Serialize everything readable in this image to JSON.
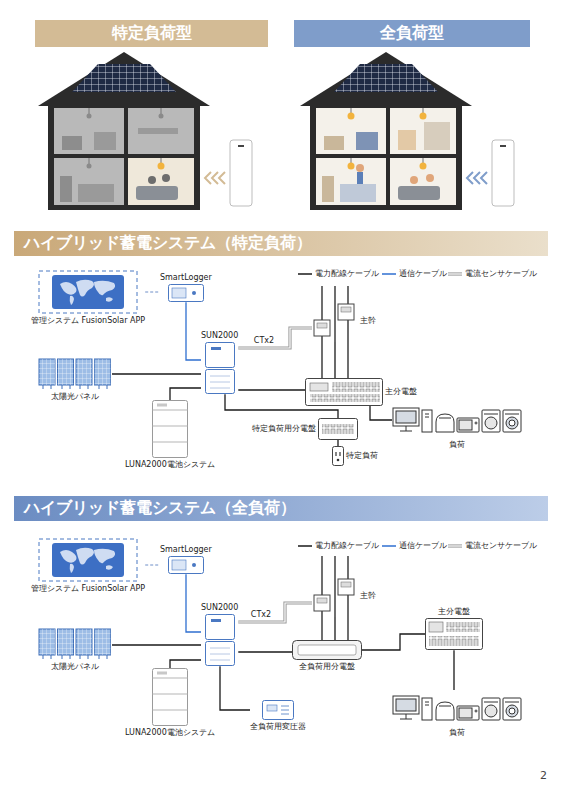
{
  "diagram": {
    "nodes": [
      {
        "text": [
          "特定負荷型"
        ]
      },
      {
        "text": [
          "全負荷型"
        ]
      },
      {
        "text": [
          "ハイブリッド蓄電システム（特定負荷）"
        ]
      },
      {
        "text": [
          "管理システム FusionSolar APP"
        ]
      },
      {
        "text": [
          "SmartLogger"
        ]
      },
      {
        "text": [
          "SUN2000"
        ]
      },
      {
        "text": [
          "太陽光パネル"
        ]
      },
      {
        "text": [
          "LUNA2000電池システム"
        ]
      },
      {
        "text": [
          "主幹"
        ]
      },
      {
        "text": [
          "主分電盤"
        ]
      },
      {
        "text": [
          "特定負荷用分電盤"
        ]
      },
      {
        "text": [
          "特定負荷"
        ]
      },
      {
        "text": [
          "負荷"
        ]
      },
      {
        "text": [
          "ハイブリッド蓄電システム（全負荷）"
        ]
      },
      {
        "text": [
          "管理システム FusionSolar APP"
        ]
      },
      {
        "text": [
          "SmartLogger"
        ]
      },
      {
        "text": [
          "SUN2000"
        ]
      },
      {
        "text": [
          "太陽光パネル"
        ]
      },
      {
        "text": [
          "LUNA2000電池システム"
        ]
      },
      {
        "text": [
          "主幹"
        ]
      },
      {
        "text": [
          "全負荷用分電盤"
        ]
      },
      {
        "text": [
          "全負荷用変圧器"
        ]
      },
      {
        "text": [
          "主分電盤"
        ]
      },
      {
        "text": [
          "負荷"
        ]
      }
    ],
    "edges": [
      {
        "from": 3,
        "to": 4,
        "arrow": "none"
      },
      {
        "from": 4,
        "to": 5,
        "arrow": "none"
      },
      {
        "from": 6,
        "to": 5,
        "arrow": "none"
      },
      {
        "from": 7,
        "to": 5,
        "arrow": "none"
      },
      {
        "from": 5,
        "to": 9,
        "arrow": "none"
      },
      {
        "from": 5,
        "to": 8,
        "label": "CTx2",
        "arrow": "none"
      },
      {
        "from": 8,
        "to": 9,
        "arrow": "none"
      },
      {
        "from": 5,
        "to": 10,
        "arrow": "none"
      },
      {
        "from": 10,
        "to": 11,
        "arrow": "none"
      },
      {
        "from": 9,
        "to": 12,
        "arrow": "none"
      },
      {
        "from": 14,
        "to": 15,
        "arrow": "none"
      },
      {
        "from": 15,
        "to": 16,
        "arrow": "none"
      },
      {
        "from": 17,
        "to": 16,
        "arrow": "none"
      },
      {
        "from": 18,
        "to": 16,
        "arrow": "none"
      },
      {
        "from": 16,
        "to": 20,
        "arrow": "none"
      },
      {
        "from": 16,
        "to": 19,
        "label": "CTx2",
        "arrow": "none"
      },
      {
        "from": 19,
        "to": 20,
        "arrow": "none"
      },
      {
        "from": 16,
        "to": 21,
        "arrow": "none"
      },
      {
        "from": 20,
        "to": 22,
        "arrow": "none"
      },
      {
        "from": 22,
        "to": 23,
        "arrow": "none"
      }
    ],
    "labels": [
      "2"
    ],
    "legend": [
      {
        "text": "電力配線ケーブル"
      },
      {
        "text": "通信ケーブル"
      },
      {
        "text": "電流センサケーブル"
      },
      {
        "text": "電力配線ケーブル"
      },
      {
        "text": "通信ケーブル"
      },
      {
        "text": "電流センサケーブル"
      }
    ]
  }
}
